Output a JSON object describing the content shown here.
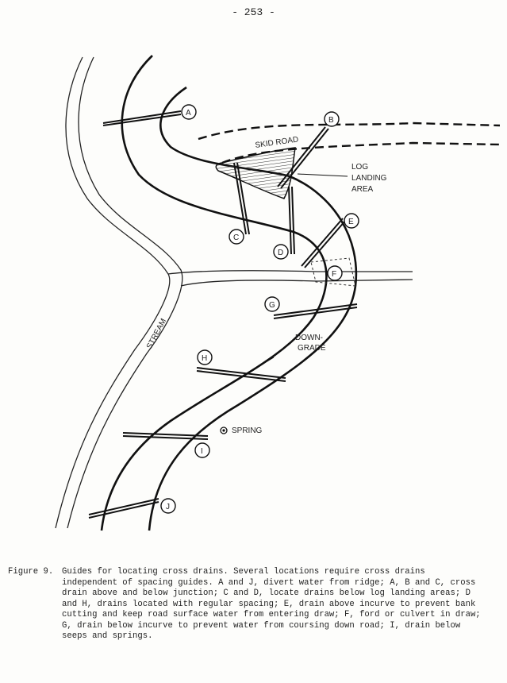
{
  "page_number": "- 253 -",
  "labels": {
    "skid_road": "SKID ROAD",
    "log_landing": [
      "LOG",
      "LANDING",
      "AREA"
    ],
    "stream": "STREAM",
    "downgrade": [
      "DOWN-",
      "GRADE"
    ],
    "spring": "SPRING",
    "points": [
      "A",
      "B",
      "C",
      "D",
      "E",
      "F",
      "G",
      "H",
      "I",
      "J"
    ]
  },
  "caption": {
    "figure": "Figure 9.",
    "text": "Guides for locating cross drains. Several locations require cross drains independent of spacing guides. A and J, divert water from ridge; A, B and C, cross drain above and below junction; C and D, locate drains below log landing areas; D and H, drains located with regular spacing; E, drain above incurve to prevent bank cutting and keep road surface water from entering draw; F, ford or culvert in draw; G, drain below incurve to prevent water from coursing down road; I, drain below seeps and springs."
  }
}
